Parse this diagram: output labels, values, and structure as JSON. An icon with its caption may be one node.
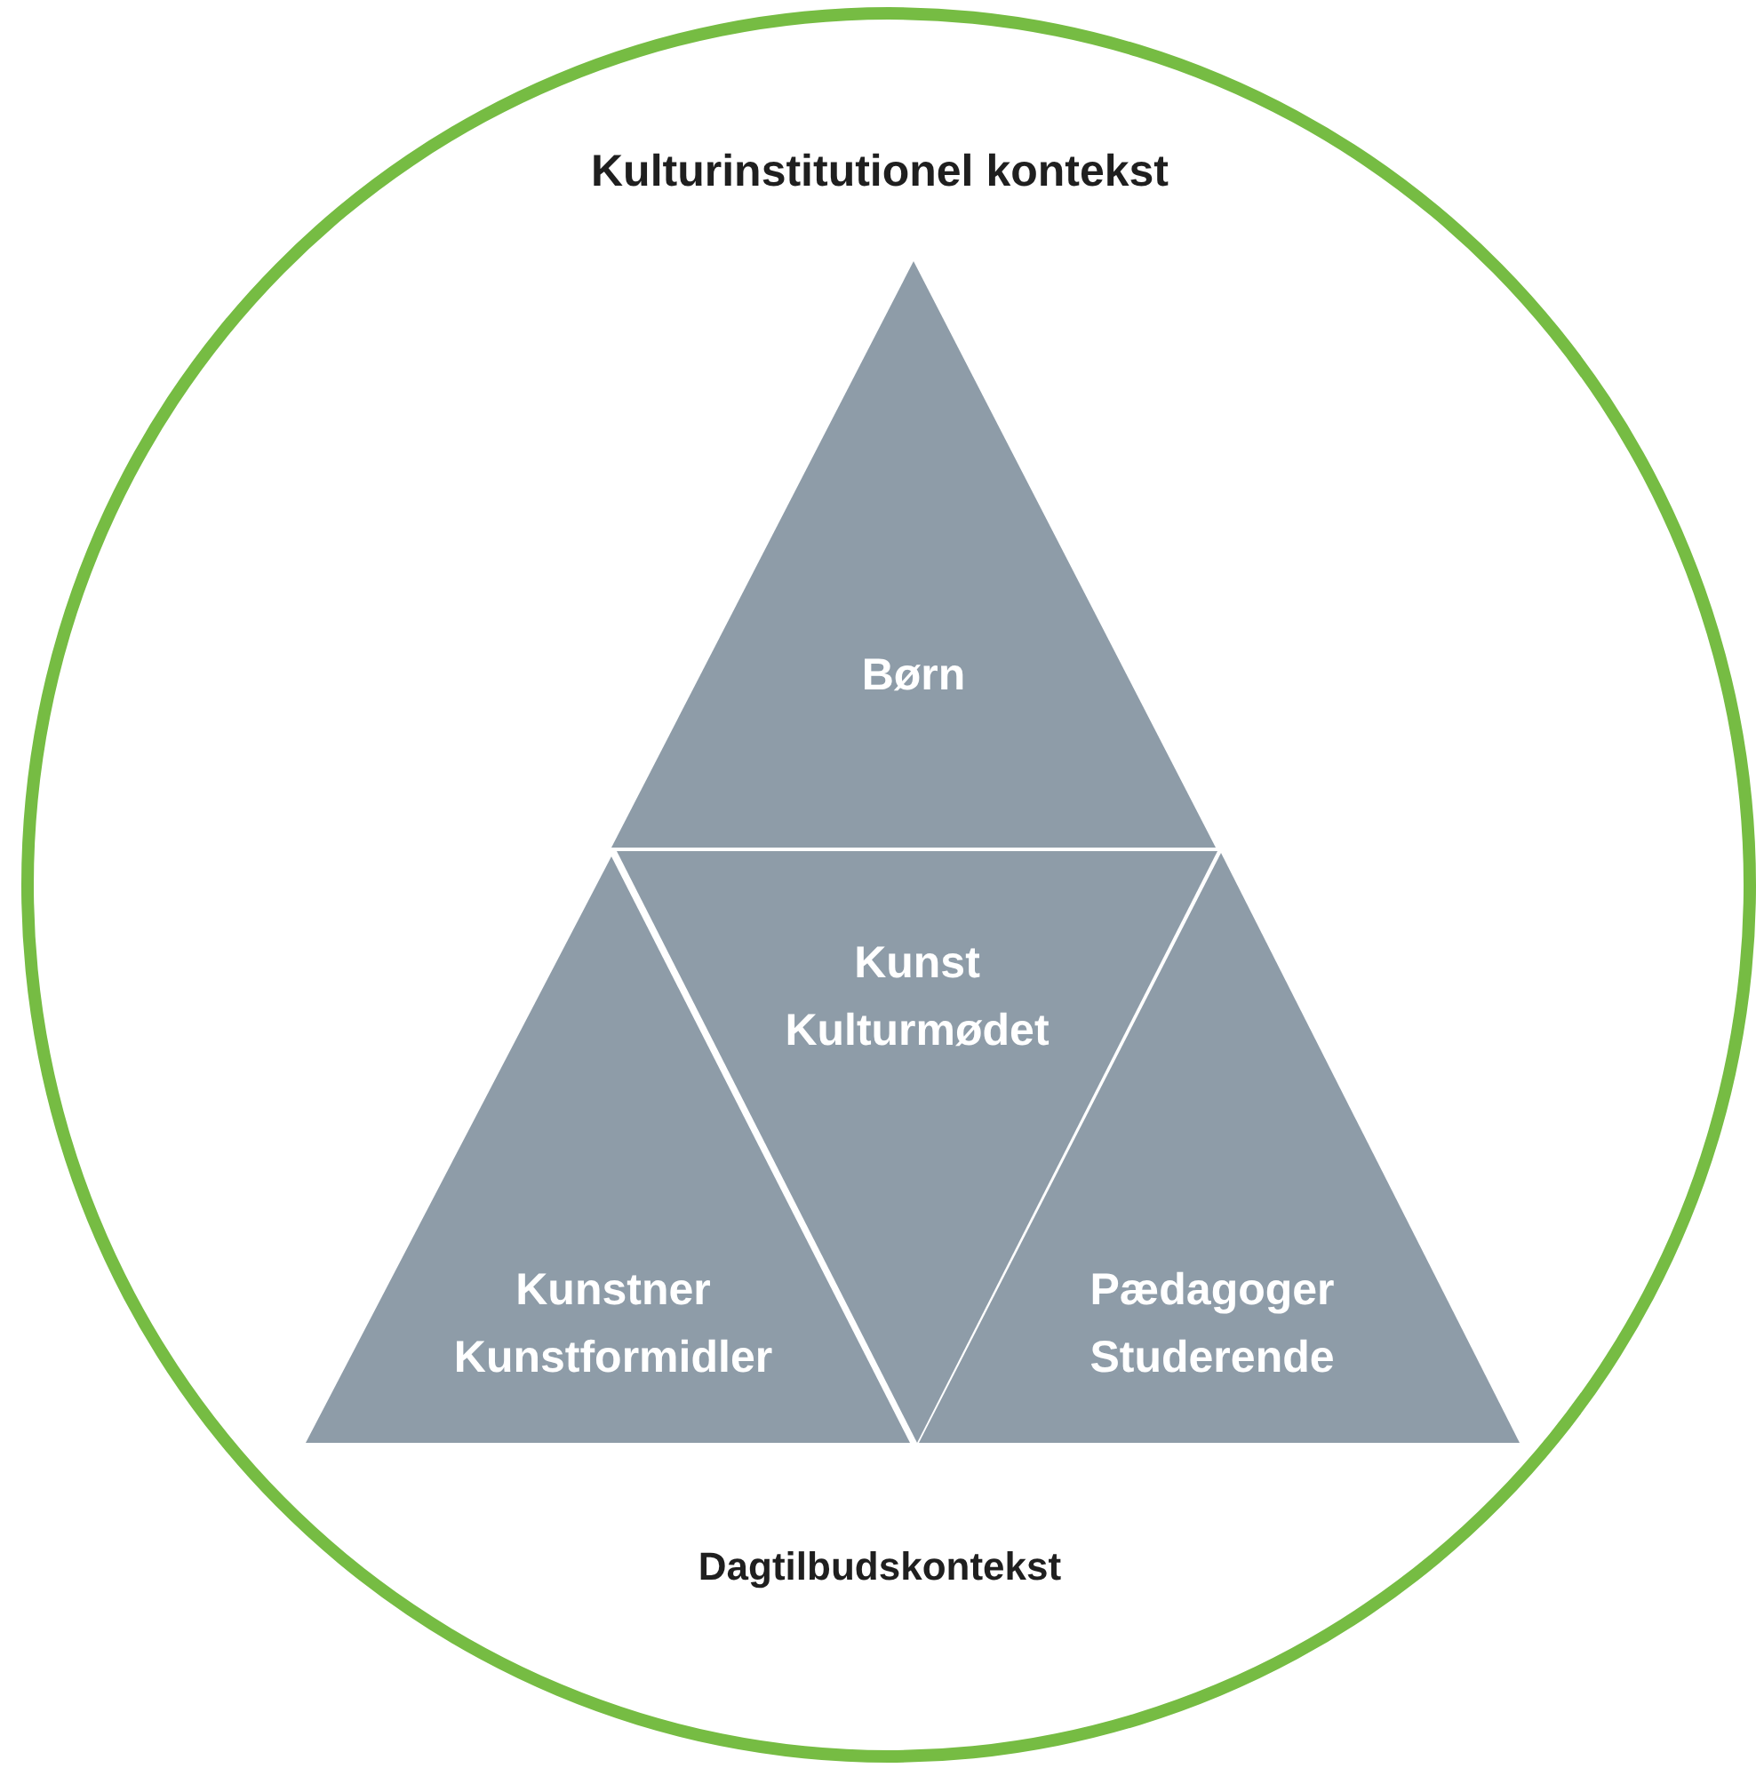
{
  "diagram": {
    "nodes": [
      {
        "text": [
          "Kulturinstitutionel kontekst",
          "Dagtilbudskontekst"
        ]
      },
      {
        "text": [
          "Børn"
        ],
        "in": 0
      },
      {
        "text": [
          "Kunst",
          "Kulturmødet"
        ],
        "in": 0
      },
      {
        "text": [
          "Kunstner",
          "Kunstformidler"
        ],
        "in": 0
      },
      {
        "text": [
          "Pædagoger",
          "Studerende"
        ],
        "in": 0
      }
    ]
  }
}
